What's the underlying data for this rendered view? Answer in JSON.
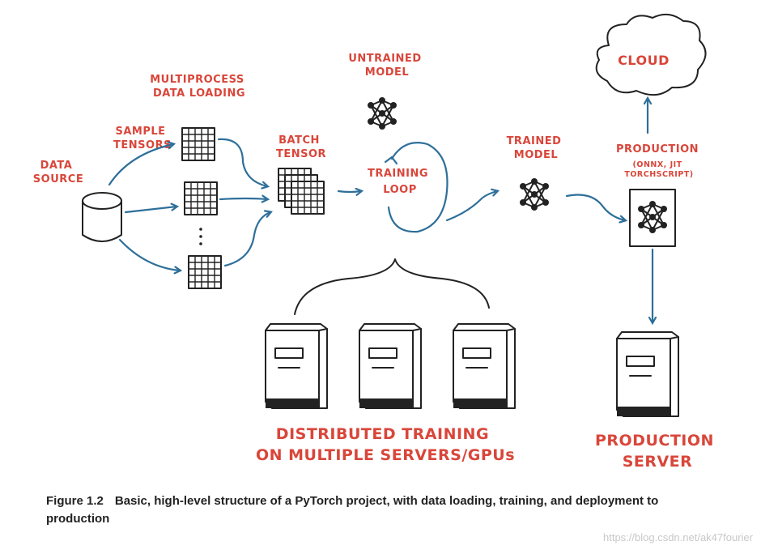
{
  "diagram": {
    "labels": {
      "data_source": [
        "DATA",
        "SOURCE"
      ],
      "sample_tensors": [
        "SAMPLE",
        "TENSORS"
      ],
      "multiprocess": [
        "MULTIPROCESS",
        "DATA LOADING"
      ],
      "batch_tensor": [
        "BATCH",
        "TENSOR"
      ],
      "untrained_model": [
        "UNTRAINED",
        "MODEL"
      ],
      "training_loop": [
        "TRAINING",
        "LOOP"
      ],
      "trained_model": [
        "TRAINED",
        "MODEL"
      ],
      "production": [
        "PRODUCTION",
        "(ONNX, JIT",
        "TORCHSCRIPT)"
      ],
      "cloud": "CLOUD",
      "distributed": [
        "DISTRIBUTED TRAINING",
        "ON MULTIPLE SERVERS/GPUs"
      ],
      "production_server": [
        "PRODUCTION",
        "SERVER"
      ]
    },
    "colors": {
      "label": "#d9463a",
      "arrow": "#2e6f9a",
      "ink": "#222222"
    }
  },
  "caption": {
    "figure": "Figure 1.2",
    "text": "Basic, high-level structure of a PyTorch project, with data loading, training, and deployment to production"
  },
  "watermark": "https://blog.csdn.net/ak47fourier"
}
